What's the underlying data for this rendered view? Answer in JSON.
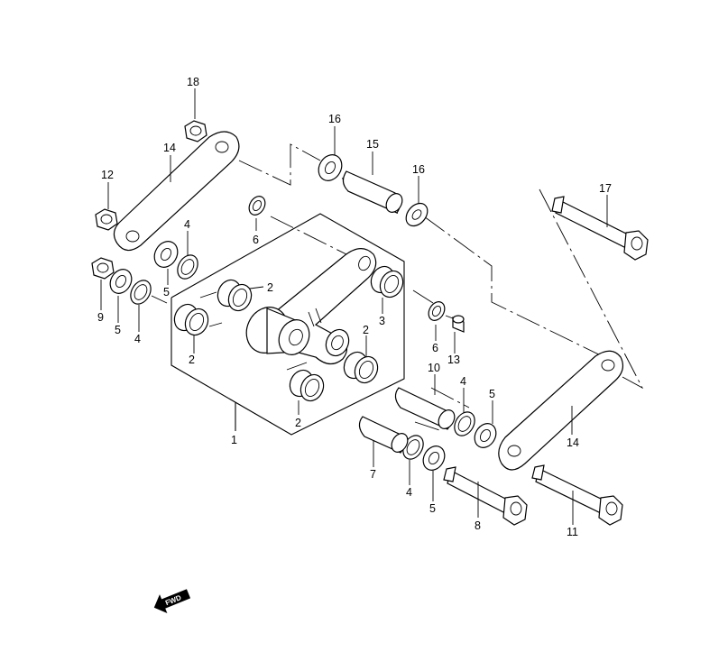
{
  "labels": {
    "l1": "1",
    "l2a": "2",
    "l2b": "2",
    "l2c": "2",
    "l2d": "2",
    "l3": "3",
    "l4a": "4",
    "l4b": "4",
    "l4c": "4",
    "l4d": "4",
    "l5a": "5",
    "l5b": "5",
    "l5c": "5",
    "l5d": "5",
    "l6a": "6",
    "l6b": "6",
    "l7": "7",
    "l8": "8",
    "l9": "9",
    "l10": "10",
    "l11": "11",
    "l12": "12",
    "l13": "13",
    "l14a": "14",
    "l14b": "14",
    "l15": "15",
    "l16a": "16",
    "l16b": "16",
    "l17": "17",
    "l18": "18"
  },
  "fwd": "FWD"
}
